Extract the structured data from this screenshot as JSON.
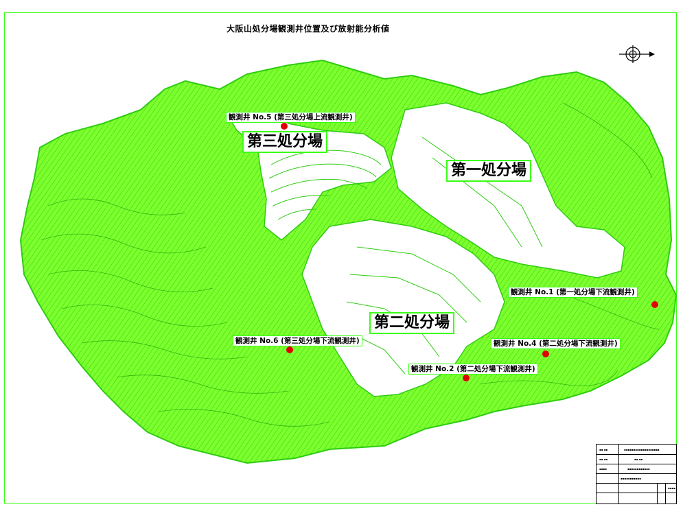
{
  "title": "大阪山処分場観測井位置及び放射能分析値",
  "sites": [
    {
      "id": "site-1",
      "label": "第一処分場"
    },
    {
      "id": "site-2",
      "label": "第二処分場"
    },
    {
      "id": "site-3",
      "label": "第三処分場"
    }
  ],
  "wells": [
    {
      "id": "well-5",
      "label": "観測井 No.5 (第三処分場上流観測井)"
    },
    {
      "id": "well-1",
      "label": "観測井 No.1 (第一処分場下流観測井)"
    },
    {
      "id": "well-6",
      "label": "観測井 No.6 (第三処分場下流観測井)"
    },
    {
      "id": "well-4",
      "label": "観測井 No.4 (第二処分場下流観測井)"
    },
    {
      "id": "well-2",
      "label": "観測井 No.2 (第二処分場下流観測井)"
    }
  ],
  "colors": {
    "terrain": "#39ff14",
    "marker": "#e00000",
    "frame": "#39ff14"
  },
  "icons": {
    "north_arrow": "compass-north-icon"
  }
}
